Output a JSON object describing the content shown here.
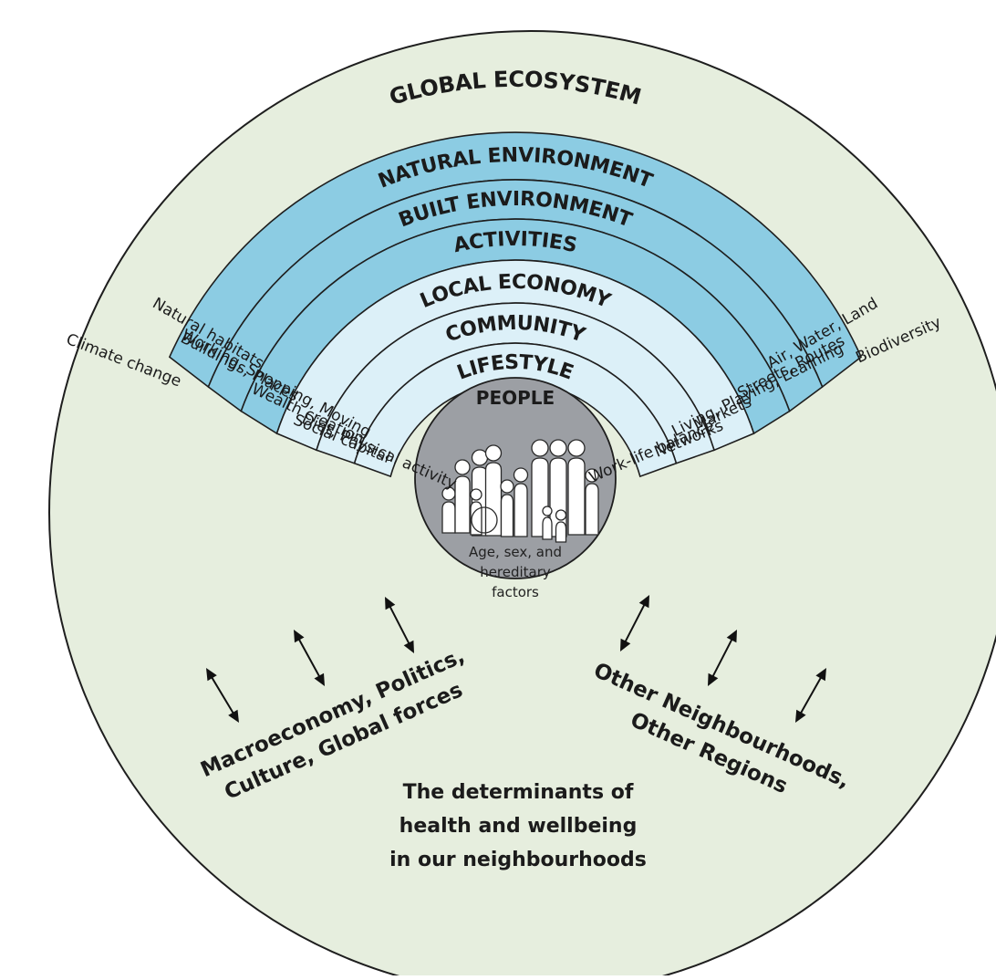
{
  "colors": {
    "outer_fill": "#e6eede",
    "dark_band": "#8ccce3",
    "light_band": "#dcf0f8",
    "people_fill": "#9c9fa4",
    "stroke": "#1e1e1e"
  },
  "outer": {
    "title": "GLOBAL ECOSYSTEM",
    "left_label": "Climate change",
    "right_label": "Biodiversity"
  },
  "bands": [
    {
      "title": "NATURAL ENVIRONMENT",
      "left": "Natural habitats",
      "right": "Air, Water, Land",
      "tone": "dark"
    },
    {
      "title": "BUILT ENVIRONMENT",
      "left": "Buildings, Places",
      "right": "Streets, Routes",
      "tone": "dark"
    },
    {
      "title": "ACTIVITIES",
      "left": "Working, Shopping, Moving",
      "right": "Living, Playing, Learning",
      "tone": "dark"
    },
    {
      "title": "LOCAL ECONOMY",
      "left": "Wealth creation",
      "right": "Markets",
      "tone": "light"
    },
    {
      "title": "COMMUNITY",
      "left": "Social capital",
      "right": "Networks",
      "tone": "light"
    },
    {
      "title": "LIFESTYLE",
      "left": "Diet, Physical activity",
      "right": "Work-life balance",
      "tone": "light"
    }
  ],
  "people": {
    "title": "PEOPLE",
    "factors": [
      "Age, sex, and",
      "hereditary",
      "factors"
    ],
    "icon": "family-group-icon"
  },
  "links": {
    "left": [
      "Macroeconomy, Politics,",
      "Culture, Global forces"
    ],
    "right": [
      "Other Neighbourhoods,",
      "Other Regions"
    ],
    "icon": "double-arrow-icon"
  },
  "caption": [
    "The determinants of",
    "health and wellbeing",
    "in our neighbourhoods"
  ]
}
